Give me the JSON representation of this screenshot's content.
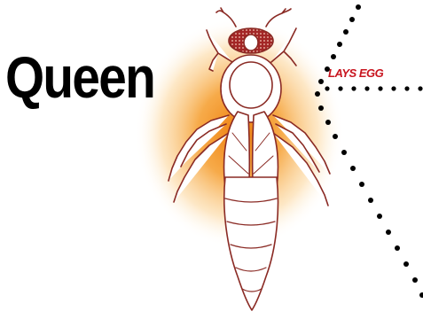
{
  "title": "Queen",
  "label": "LAYS EGG",
  "colors": {
    "title": "#000000",
    "label": "#c8141e",
    "glow_center": "#f08a12",
    "glow_mid": "#f7b24a",
    "insect_outline": "#8a2a24",
    "insect_fill": "#ffffff",
    "eye_fill": "#a32626",
    "dots": "#000000"
  },
  "icons": [
    "queen-bee-illustration",
    "glow-background",
    "dotted-connector-lines"
  ]
}
